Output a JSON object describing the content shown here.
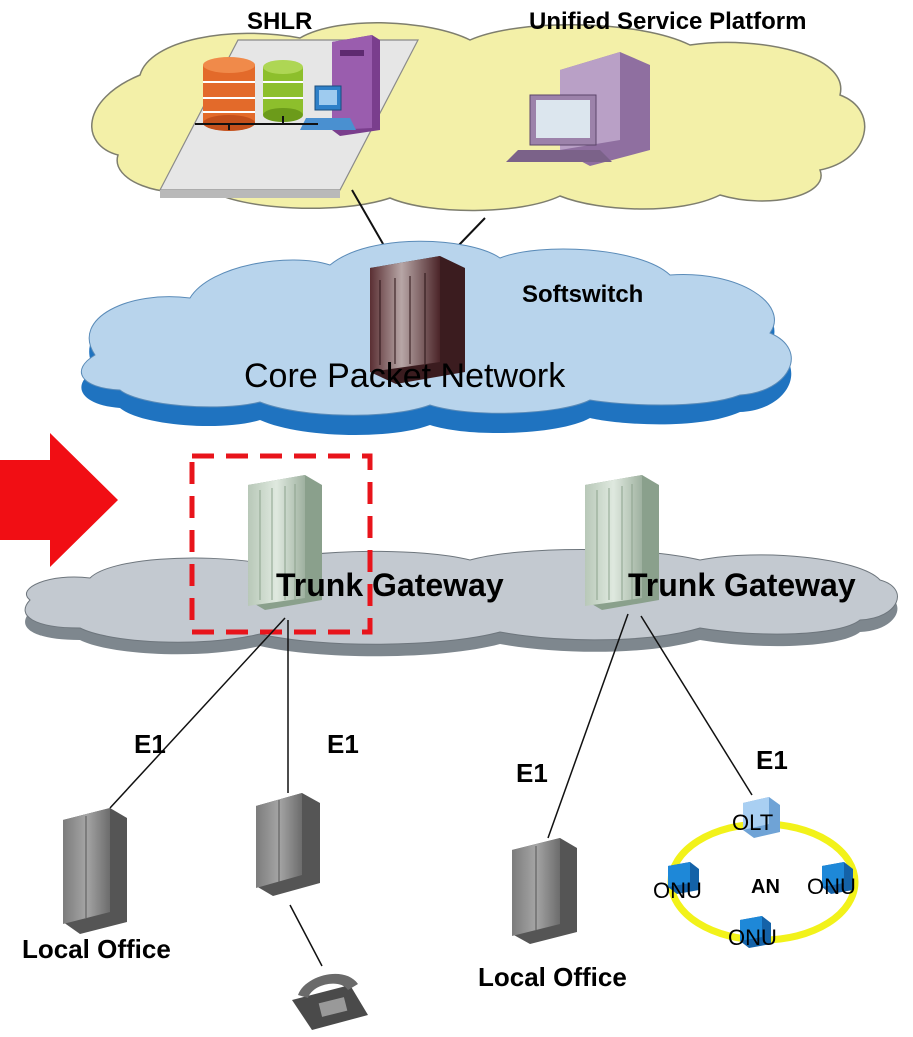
{
  "top_cloud": {
    "shlr_label": "SHLR",
    "usp_label": "Unified Service Platform"
  },
  "core": {
    "softswitch_label": "Softswitch",
    "network_label": "Core Packet Network"
  },
  "gateways": {
    "left_label": "Trunk Gateway",
    "right_label": "Trunk Gateway"
  },
  "links": {
    "e1_a": "E1",
    "e1_b": "E1",
    "e1_c": "E1",
    "e1_d": "E1"
  },
  "access": {
    "local_office_left": "Local Office",
    "local_office_right": "Local Office",
    "olt": "OLT",
    "an": "AN",
    "onu_left": "ONU",
    "onu_right": "ONU",
    "onu_bottom": "ONU"
  },
  "colors": {
    "top_cloud": "#F3F0A8",
    "core_cloud": "#B8D4EC",
    "core_cloud_shadow": "#1F73C0",
    "gw_cloud": "#C3C9D0",
    "highlight": "#E8141B",
    "ring": "#F2F21A",
    "onu_cube": "#1E88D8"
  }
}
